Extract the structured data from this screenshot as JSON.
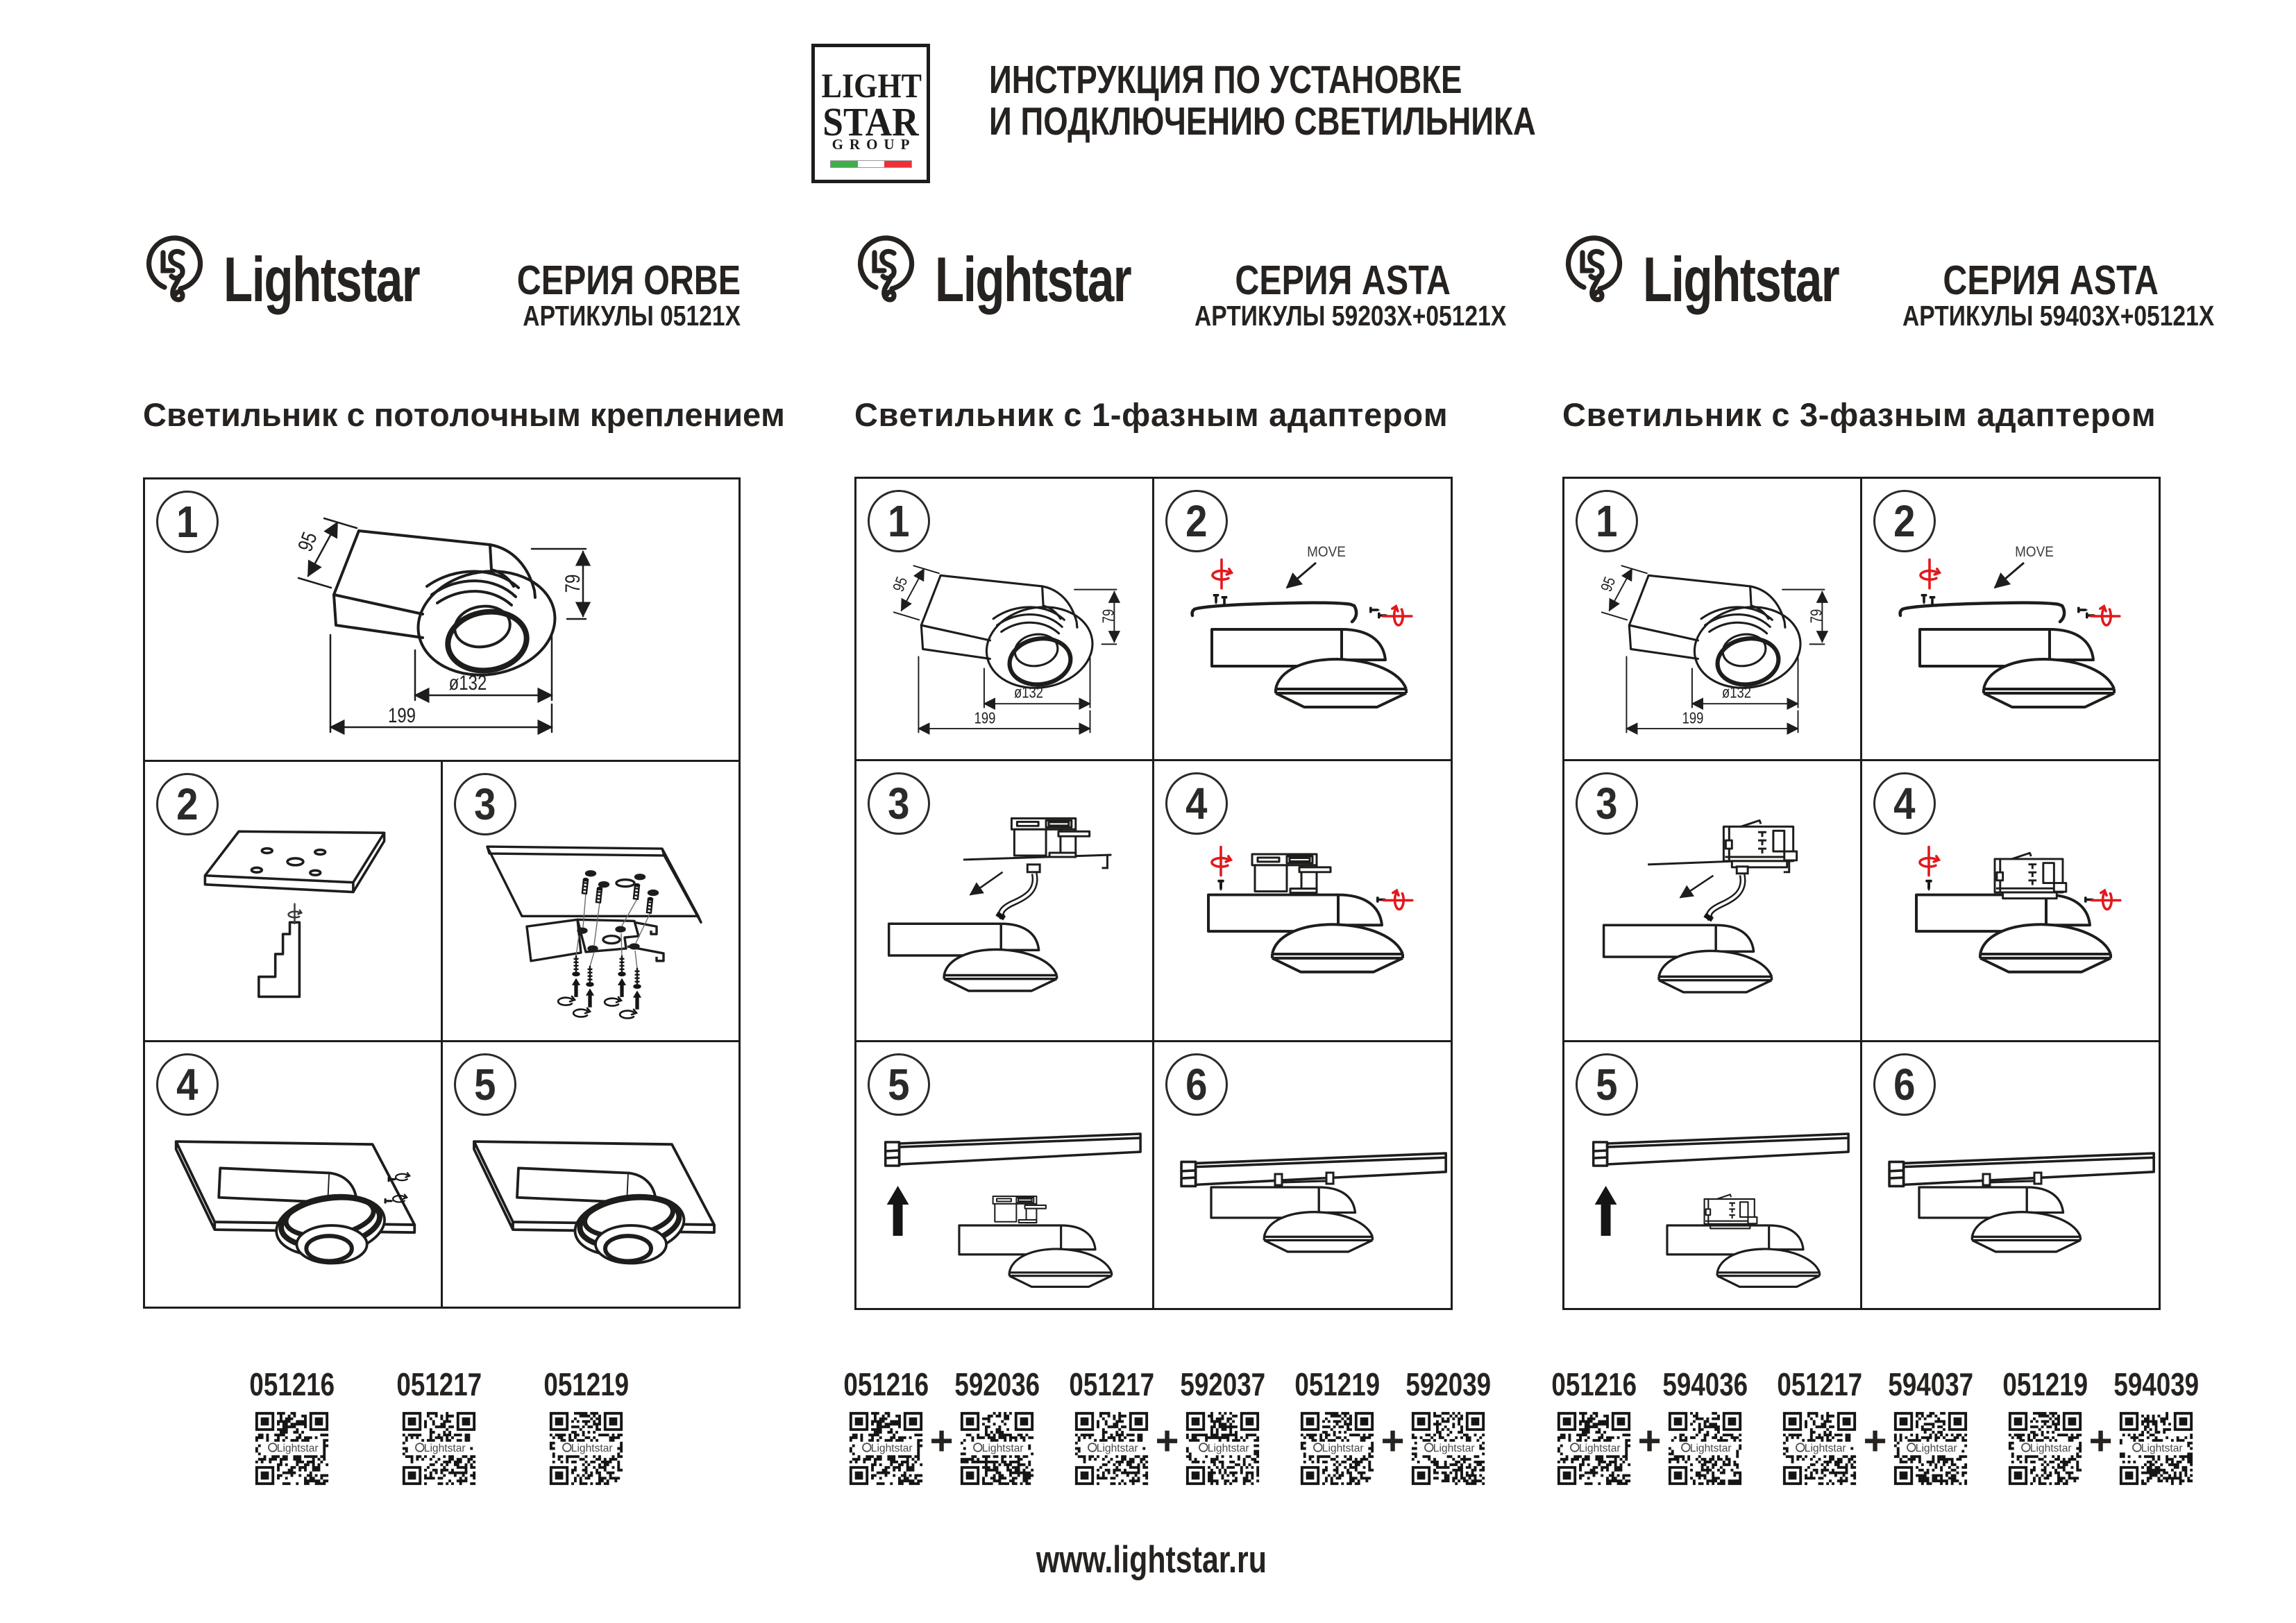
{
  "page": {
    "background": "#ffffff",
    "ink": "#231f20",
    "accent_red": "#e2181c"
  },
  "header": {
    "logo_box": {
      "line1": "LIGHT",
      "line2": "STAR",
      "line3": "GROUP",
      "flag_colors": [
        "#3fae49",
        "#ffffff",
        "#ed3237"
      ]
    },
    "title_line1": "ИНСТРУКЦИЯ ПО УСТАНОВКЕ",
    "title_line2": "И ПОДКЛЮЧЕНИЮ СВЕТИЛЬНИКА"
  },
  "labels": {
    "move": "MOVE",
    "plus": "+"
  },
  "dimensions": {
    "width_side": "95",
    "height": "79",
    "diameter": "ø132",
    "length": "199"
  },
  "columns": [
    {
      "brand": "Lightstar",
      "series": "СЕРИЯ ORBE",
      "articles": "АРТИКУЛЫ 05121X",
      "subtitle": "Светильник с потолочным креплением",
      "panels": [
        {
          "step": "1"
        },
        {
          "step": "2"
        },
        {
          "step": "3"
        },
        {
          "step": "4"
        },
        {
          "step": "5"
        }
      ],
      "codes": [
        "051216",
        "051217",
        "051219"
      ]
    },
    {
      "brand": "Lightstar",
      "series": "СЕРИЯ ASTA",
      "articles": "АРТИКУЛЫ 59203X+05121X",
      "subtitle": "Светильник с 1-фазным адаптером",
      "panels": [
        {
          "step": "1"
        },
        {
          "step": "2"
        },
        {
          "step": "3"
        },
        {
          "step": "4"
        },
        {
          "step": "5"
        },
        {
          "step": "6"
        }
      ],
      "code_pairs": [
        [
          "051216",
          "592036"
        ],
        [
          "051217",
          "592037"
        ],
        [
          "051219",
          "592039"
        ]
      ]
    },
    {
      "brand": "Lightstar",
      "series": "СЕРИЯ ASTA",
      "articles": "АРТИКУЛЫ 59403X+05121X",
      "subtitle": "Светильник с 3-фазным адаптером",
      "panels": [
        {
          "step": "1"
        },
        {
          "step": "2"
        },
        {
          "step": "3"
        },
        {
          "step": "4"
        },
        {
          "step": "5"
        },
        {
          "step": "6"
        }
      ],
      "code_pairs": [
        [
          "051216",
          "594036"
        ],
        [
          "051217",
          "594037"
        ],
        [
          "051219",
          "594039"
        ]
      ]
    }
  ],
  "footer": {
    "website": "www.lightstar.ru"
  }
}
